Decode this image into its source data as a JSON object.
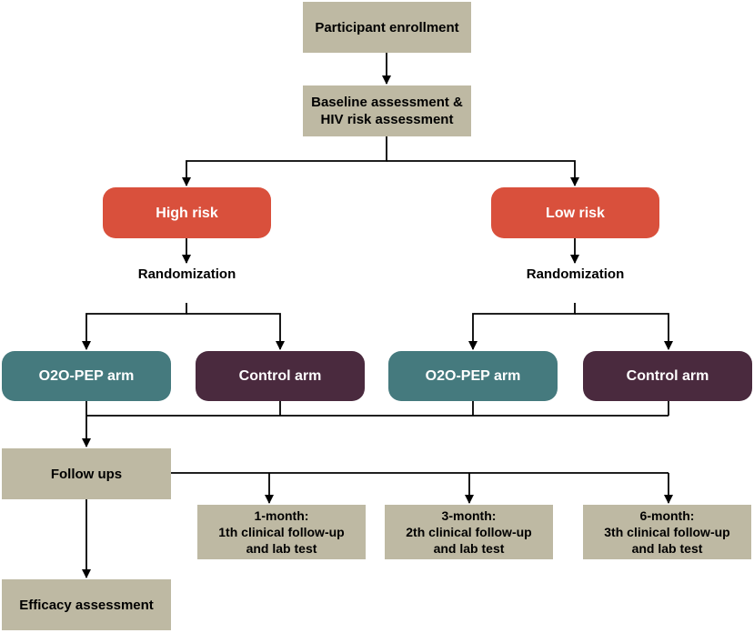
{
  "enrollment": "Participant enrollment",
  "baseline": {
    "line1": "Baseline assessment &",
    "line2": "HIV risk assessment"
  },
  "high_risk": "High risk",
  "low_risk": "Low risk",
  "randomization_left": "Randomization",
  "randomization_right": "Randomization",
  "o2o_left": "O2O-PEP arm",
  "control_left": "Control arm",
  "o2o_right": "O2O-PEP arm",
  "control_right": "Control arm",
  "follow_ups": "Follow ups",
  "month1": {
    "line1": "1-month:",
    "line2": "1th clinical follow-up",
    "line3": "and lab test"
  },
  "month3": {
    "line1": "3-month:",
    "line2": "2th clinical follow-up",
    "line3": "and lab test"
  },
  "month6": {
    "line1": "6-month:",
    "line2": "3th clinical follow-up",
    "line3": "and lab test"
  },
  "efficacy": "Efficacy assessment",
  "colors": {
    "box_beige": "#beb9a3",
    "risk_red": "#d9503c",
    "o2o_teal": "#457a7e",
    "control_plum": "#4a2a3e",
    "line": "#000000"
  }
}
